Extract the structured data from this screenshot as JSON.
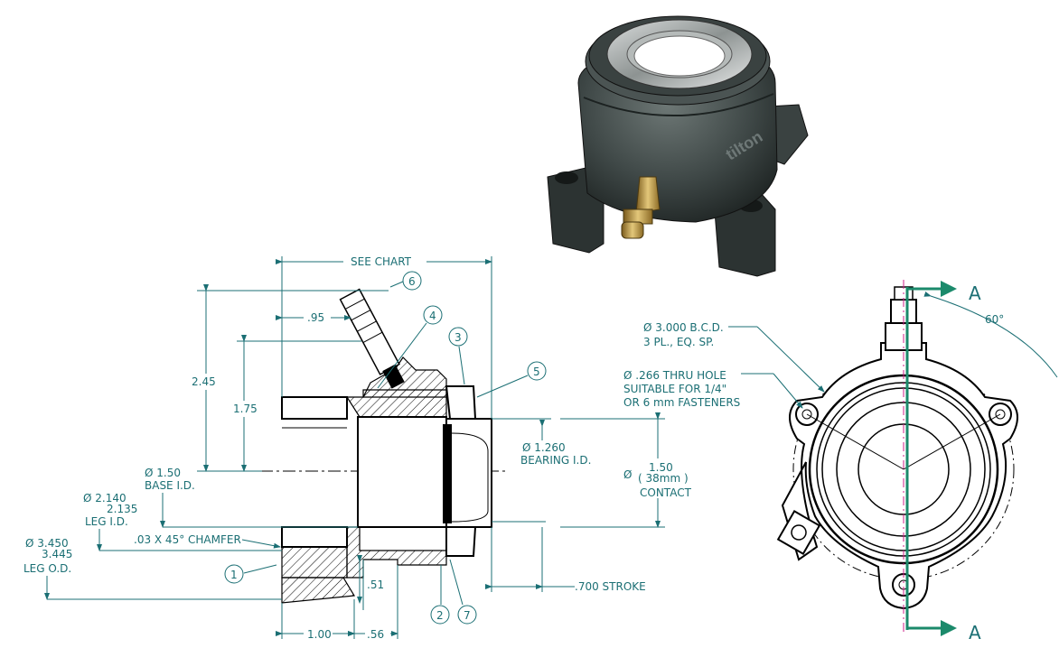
{
  "section_view": {
    "see_chart": "SEE   CHART",
    "dims": {
      "d_095": ".95",
      "d_245": "2.45",
      "d_175": "1.75",
      "d_150_base": "Ø  1.50",
      "base_id": "BASE I.D.",
      "leg_id_hi": "Ø  2.140",
      "leg_id_lo": "2.135",
      "leg_id": "LEG I.D.",
      "chamfer": ".03 X 45° CHAMFER",
      "leg_od_hi": "Ø  3.450",
      "leg_od_lo": "3.445",
      "leg_od": "LEG O.D.",
      "d_051": ".51",
      "d_100": "1.00",
      "d_056": ".56",
      "bearing_id_val": "Ø  1.260",
      "bearing_id": "BEARING I.D.",
      "contact_val": "1.50",
      "contact_mm": "( 38mm )",
      "contact": "CONTACT",
      "contact_dia": "Ø",
      "stroke": ".700  STROKE"
    },
    "balloons": [
      "1",
      "2",
      "3",
      "4",
      "5",
      "6",
      "7"
    ]
  },
  "end_view": {
    "bcd_1": "Ø  3.000  B.C.D.",
    "bcd_2": "3 PL., EQ. SP.",
    "hole_1": "Ø  .266   THRU HOLE",
    "hole_2": "SUITABLE FOR 1/4\"",
    "hole_3": "OR 6 mm FASTENERS",
    "angle": "60°",
    "section_top": "A",
    "section_bottom": "A"
  },
  "render": {
    "brand": "tilton"
  },
  "colors": {
    "dimension": "#1b6f74",
    "section_arrow": "#1b8a6b",
    "part_body": "#3c4443"
  }
}
